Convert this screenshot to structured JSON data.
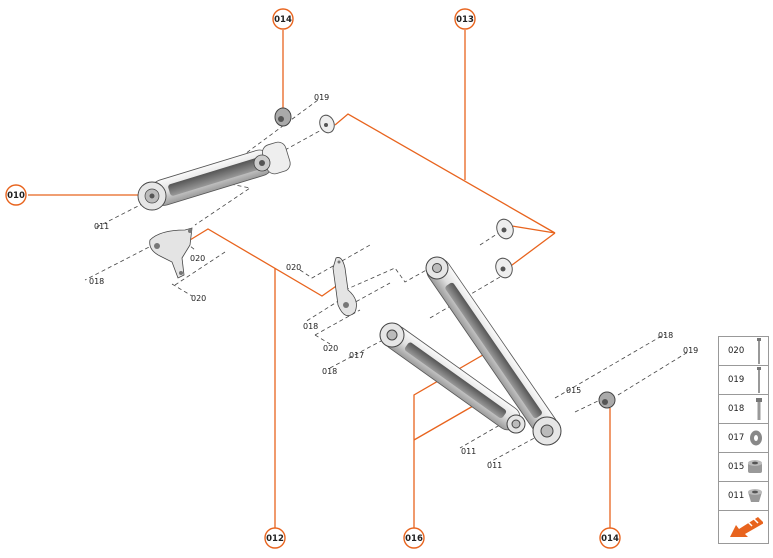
{
  "callouts": [
    "014",
    "013",
    "010",
    "012",
    "016",
    "014"
  ],
  "part_labels": [
    "019",
    "011",
    "020",
    "018",
    "020",
    "020",
    "018",
    "020",
    "017",
    "018",
    "015",
    "018",
    "019",
    "011",
    "011"
  ],
  "legend": {
    "items": [
      {
        "code": "020",
        "icon": "long-bolt-icon"
      },
      {
        "code": "019",
        "icon": "long-bolt-icon"
      },
      {
        "code": "018",
        "icon": "short-bolt-icon"
      },
      {
        "code": "017",
        "icon": "washer-icon"
      },
      {
        "code": "015",
        "icon": "nut-icon"
      },
      {
        "code": "011",
        "icon": "flange-nut-icon"
      }
    ],
    "next_icon": "orange-arrow-icon"
  },
  "colors": {
    "accent": "#e8641e",
    "part": "#d9d9d9",
    "part_dark": "#6a6a6a"
  }
}
